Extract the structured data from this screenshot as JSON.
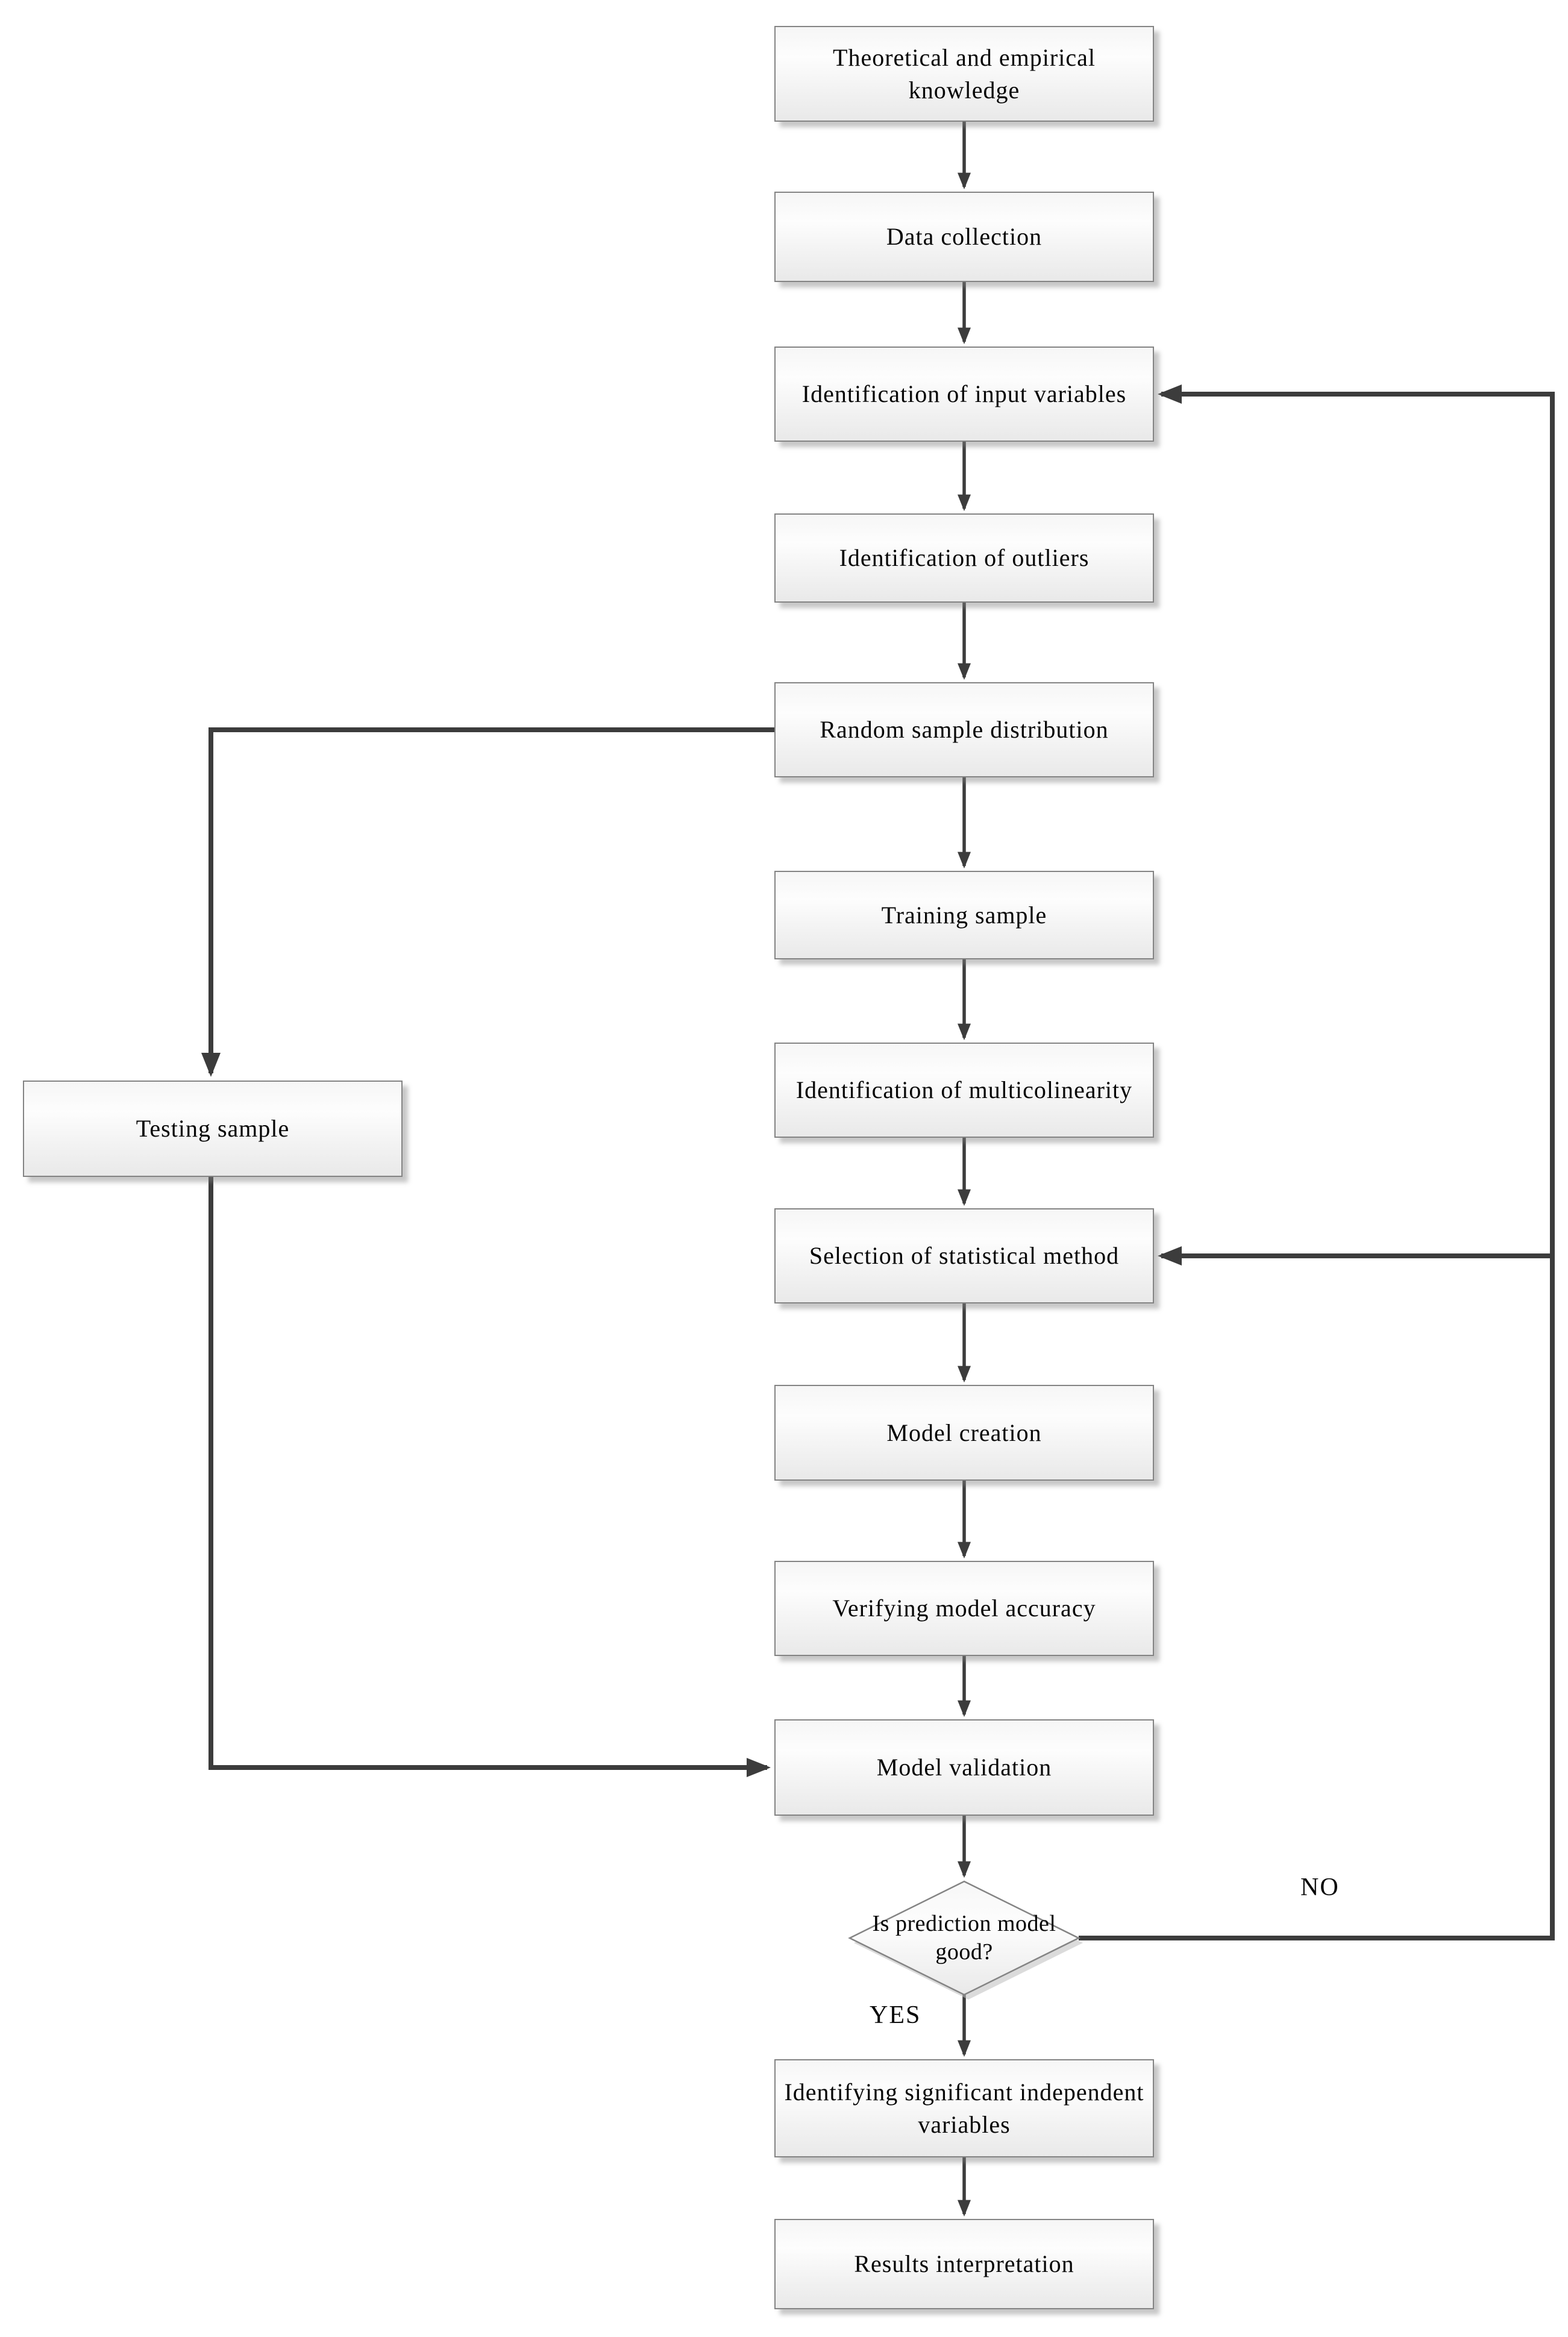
{
  "flow": {
    "nodes": [
      {
        "id": "theoretical-knowledge",
        "label": "Theoretical and empirical knowledge"
      },
      {
        "id": "data-collection",
        "label": "Data collection"
      },
      {
        "id": "input-variables",
        "label": "Identification of input variables"
      },
      {
        "id": "outliers",
        "label": "Identification of outliers"
      },
      {
        "id": "random-sample",
        "label": "Random sample distribution"
      },
      {
        "id": "training-sample",
        "label": "Training sample"
      },
      {
        "id": "multicolinearity",
        "label": "Identification of multicolinearity"
      },
      {
        "id": "statistical-method",
        "label": "Selection of statistical method"
      },
      {
        "id": "model-creation",
        "label": "Model creation"
      },
      {
        "id": "verifying-accuracy",
        "label": "Verifying model accuracy"
      },
      {
        "id": "model-validation",
        "label": "Model validation"
      },
      {
        "id": "testing-sample",
        "label": "Testing sample"
      },
      {
        "id": "significant-variables",
        "label": "Identifying significant independent variables"
      },
      {
        "id": "results-interpretation",
        "label": "Results interpretation"
      }
    ],
    "decision": {
      "id": "is-prediction-model-good",
      "label": "Is prediction model good?"
    },
    "branch_labels": {
      "yes": "YES",
      "no": "NO"
    },
    "edges": [
      {
        "from": "theoretical-knowledge",
        "to": "data-collection"
      },
      {
        "from": "data-collection",
        "to": "input-variables"
      },
      {
        "from": "input-variables",
        "to": "outliers"
      },
      {
        "from": "outliers",
        "to": "random-sample"
      },
      {
        "from": "random-sample",
        "to": "training-sample"
      },
      {
        "from": "random-sample",
        "to": "testing-sample"
      },
      {
        "from": "training-sample",
        "to": "multicolinearity"
      },
      {
        "from": "multicolinearity",
        "to": "statistical-method"
      },
      {
        "from": "statistical-method",
        "to": "model-creation"
      },
      {
        "from": "model-creation",
        "to": "verifying-accuracy"
      },
      {
        "from": "verifying-accuracy",
        "to": "model-validation"
      },
      {
        "from": "testing-sample",
        "to": "model-validation"
      },
      {
        "from": "model-validation",
        "to": "is-prediction-model-good"
      },
      {
        "from": "is-prediction-model-good",
        "to": "significant-variables",
        "label": "YES"
      },
      {
        "from": "is-prediction-model-good",
        "to": "input-variables",
        "label": "NO"
      },
      {
        "from": "is-prediction-model-good",
        "to": "statistical-method",
        "label": "NO"
      },
      {
        "from": "significant-variables",
        "to": "results-interpretation"
      }
    ]
  },
  "colors": {
    "line": "#3c3c3c",
    "box_border": "#848484",
    "box_fill_top": "#f6f6f6",
    "box_fill_bottom": "#e9e9e9",
    "text": "#050505",
    "background": "#ffffff"
  }
}
